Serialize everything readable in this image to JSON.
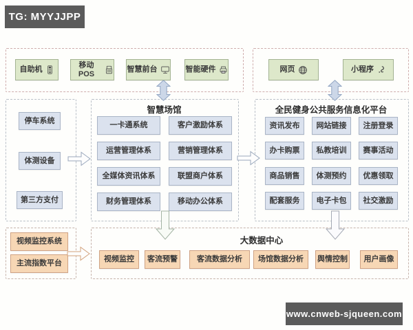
{
  "watermarks": {
    "tg_badge": "TG: MYYJJPP",
    "site_badge": "www.cnweb-sjqueen.com"
  },
  "terminals_offline": {
    "items": [
      {
        "label": "自助机",
        "icon": "kiosk-icon"
      },
      {
        "label": "移动POS",
        "icon": "pos-icon"
      },
      {
        "label": "智慧前台",
        "icon": "monitor-icon"
      },
      {
        "label": "智能硬件",
        "icon": "hardware-icon"
      }
    ]
  },
  "terminals_online": {
    "items": [
      {
        "label": "网页",
        "icon": "globe-icon"
      },
      {
        "label": "小程序",
        "icon": "miniprogram-icon"
      }
    ]
  },
  "external_systems": {
    "items": [
      "停车系统",
      "体测设备",
      "第三方支付"
    ]
  },
  "smart_venue": {
    "title": "智慧场馆",
    "items": [
      "一卡通系统",
      "客户激励体系",
      "运营管理体系",
      "营销管理体系",
      "全媒体资讯体系",
      "联盟商户体系",
      "财务管理体系",
      "移动办公体系"
    ]
  },
  "public_platform": {
    "title": "全民健身公共服务信息化平台",
    "items": [
      "资讯发布",
      "网站链接",
      "注册登录",
      "办卡购票",
      "私教培训",
      "赛事活动",
      "商品销售",
      "体测预约",
      "优惠领取",
      "配套服务",
      "电子卡包",
      "社交激励"
    ]
  },
  "data_sources": {
    "items": [
      "视频监控系统",
      "主流指数平台"
    ]
  },
  "big_data": {
    "title": "大数据中心",
    "items": [
      "视频监控",
      "客流预警",
      "客流数据分析",
      "场馆数据分析",
      "舆情控制",
      "用户画像"
    ]
  },
  "colors": {
    "terminal_box": "#dde8ca",
    "system_box": "#dbe2ee",
    "data_box": "#f7d7b5",
    "badge_bg": "#5b5b5b",
    "arrow_fill": "#ccd7e8",
    "arrow_stroke": "#90a4c2"
  }
}
